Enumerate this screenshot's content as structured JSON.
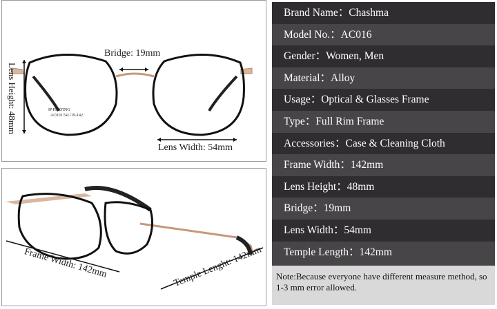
{
  "diagram": {
    "bridge": "Bridge: 19mm",
    "lens_height": "Lens Height: 48mm",
    "lens_width": "Lens Width: 54mm",
    "frame_width": "Frame Width:  142mm",
    "temple_length": "Temple Lenght: 142mm",
    "temple_print_1": "IP PLATING",
    "temple_print_2": "AC016  54 □19-142"
  },
  "specs": [
    "Brand Name：Chashma",
    "Model No.：AC016",
    "Gender：Women, Men",
    "Material：Alloy",
    "Usage：Optical & Glasses Frame",
    "Type：Full Rim Frame",
    "Accessories：Case & Cleaning Cloth",
    "Frame Width：142mm",
    "Lens Height：48mm",
    "Bridge：19mm",
    "Lens Width：54mm",
    "Temple Length：142mm"
  ],
  "note": "Note:Because everyone have different measure method, so 1-3 mm error allowed."
}
